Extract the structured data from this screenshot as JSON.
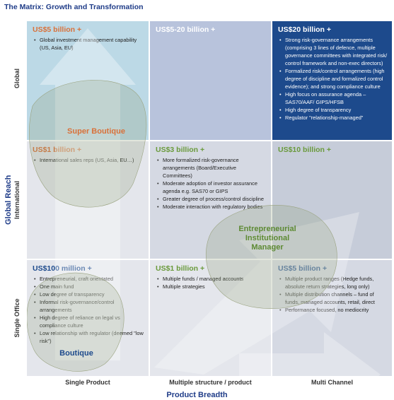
{
  "title": "The Matrix: Growth and Transformation",
  "axes": {
    "vertical": "Global Reach",
    "horizontal": "Product Breadth",
    "rows": [
      "Global",
      "International",
      "Single Office"
    ],
    "columns": [
      "Single Product",
      "Multiple structure / product",
      "Multi Channel"
    ]
  },
  "cells": {
    "global_single": {
      "header": "US$5 billion +",
      "items": [
        "Global investment management capability (US, Asia, EU)"
      ]
    },
    "global_multiple": {
      "header": "US$5-20 billion +",
      "items": []
    },
    "global_multi": {
      "header": "US$20 billion +",
      "items": [
        "Strong risk-governance arrangements (comprising 3 lines of defence, multiple governance committees with integrated risk/ control framework and non-exec directors)",
        "Formalized risk/control arrangements (high degree of discipline and formalized control evidence); and strong compliance culture",
        "High focus on assurance agenda – SAS70/AAF/ GIPS/HFSB",
        "High degree of transparency",
        "Regulator \"relationship-managed\""
      ]
    },
    "intl_single": {
      "header": "US$1 billion +",
      "items": [
        "International sales reps (US, Asia, EU…)"
      ]
    },
    "intl_multiple": {
      "header": "US$3 billion +",
      "items": [
        "More formalized risk-governance arrangements (Board/Executive Committees)",
        "Moderate adoption of investor assurance agenda e.g. SAS70 or GIPS",
        "Greater degree of process/control discipline",
        "Moderate interaction with regulatory bodies"
      ]
    },
    "intl_multi": {
      "header": "US$10 billion +",
      "items": []
    },
    "single_single": {
      "header": "US$100 million +",
      "items": [
        "Entrepreneurial, craft orientated",
        "One main fund",
        "Low degree of transparency",
        "Informal risk-governance/control arrangements",
        "High degree of reliance on legal vs compliance culture",
        "Low relationship with regulator (deemed \"low risk\")"
      ]
    },
    "single_multiple": {
      "header": "US$1 billion +",
      "items": [
        "Multiple funds / managed accounts",
        "Multiple strategies"
      ]
    },
    "single_multi": {
      "header": "US$5 billion +",
      "items": [
        "Multiple product ranges (Hedge funds, absolute return strategies, long only)",
        "Multiple distribution channels – fund of funds, managed accounts, retail, direct",
        "Performance focused, no mediocrity"
      ]
    }
  },
  "blobs": {
    "super_boutique": "Super Boutique",
    "boutique": "Boutique",
    "entrepreneurial": [
      "Entrepreneurial",
      "Institutional",
      "Manager"
    ]
  },
  "colors": {
    "title": "#1f3c88",
    "orange": "#d9713a",
    "green": "#6a9a3c",
    "navy": "#1d4a8c"
  }
}
